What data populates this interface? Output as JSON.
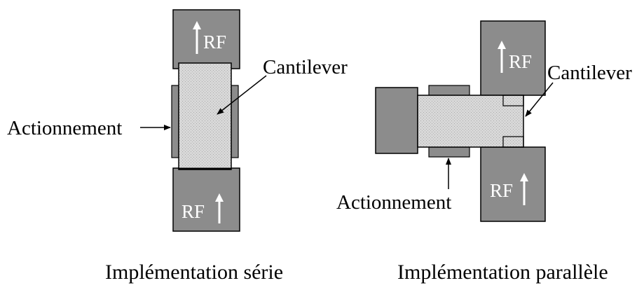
{
  "labels": {
    "rf": "RF",
    "cantilever": "Cantilever",
    "actuation": "Actionnement"
  },
  "captions": {
    "series": "Implémentation série",
    "parallel": "Implémentation parallèle"
  },
  "colors": {
    "electrode_fill": "#8c8c8c",
    "cantilever_fill": "#d3d3d3",
    "stroke": "#000000",
    "rf_text": "#ffffff"
  },
  "icons": {
    "signal_direction": "up-arrow-icon"
  }
}
